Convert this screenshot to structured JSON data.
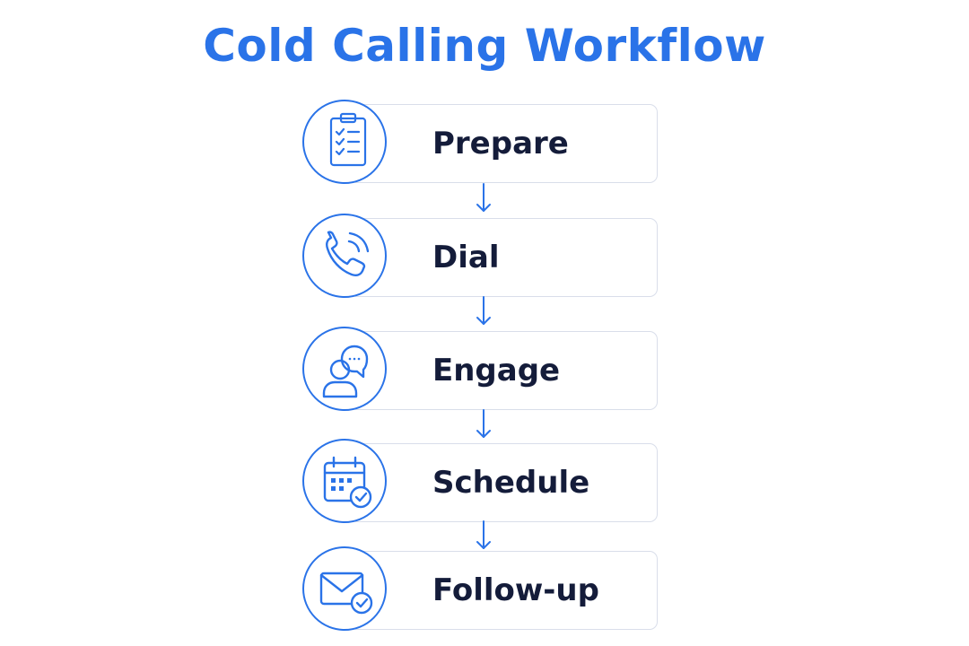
{
  "title": "Cold Calling Workflow",
  "accent_color": "#2a73e8",
  "text_color": "#141c3a",
  "steps": [
    {
      "label": "Prepare",
      "icon": "clipboard-checklist-icon"
    },
    {
      "label": "Dial",
      "icon": "phone-ringing-icon"
    },
    {
      "label": "Engage",
      "icon": "person-chat-icon"
    },
    {
      "label": "Schedule",
      "icon": "calendar-check-icon"
    },
    {
      "label": "Follow-up",
      "icon": "envelope-check-icon"
    }
  ]
}
